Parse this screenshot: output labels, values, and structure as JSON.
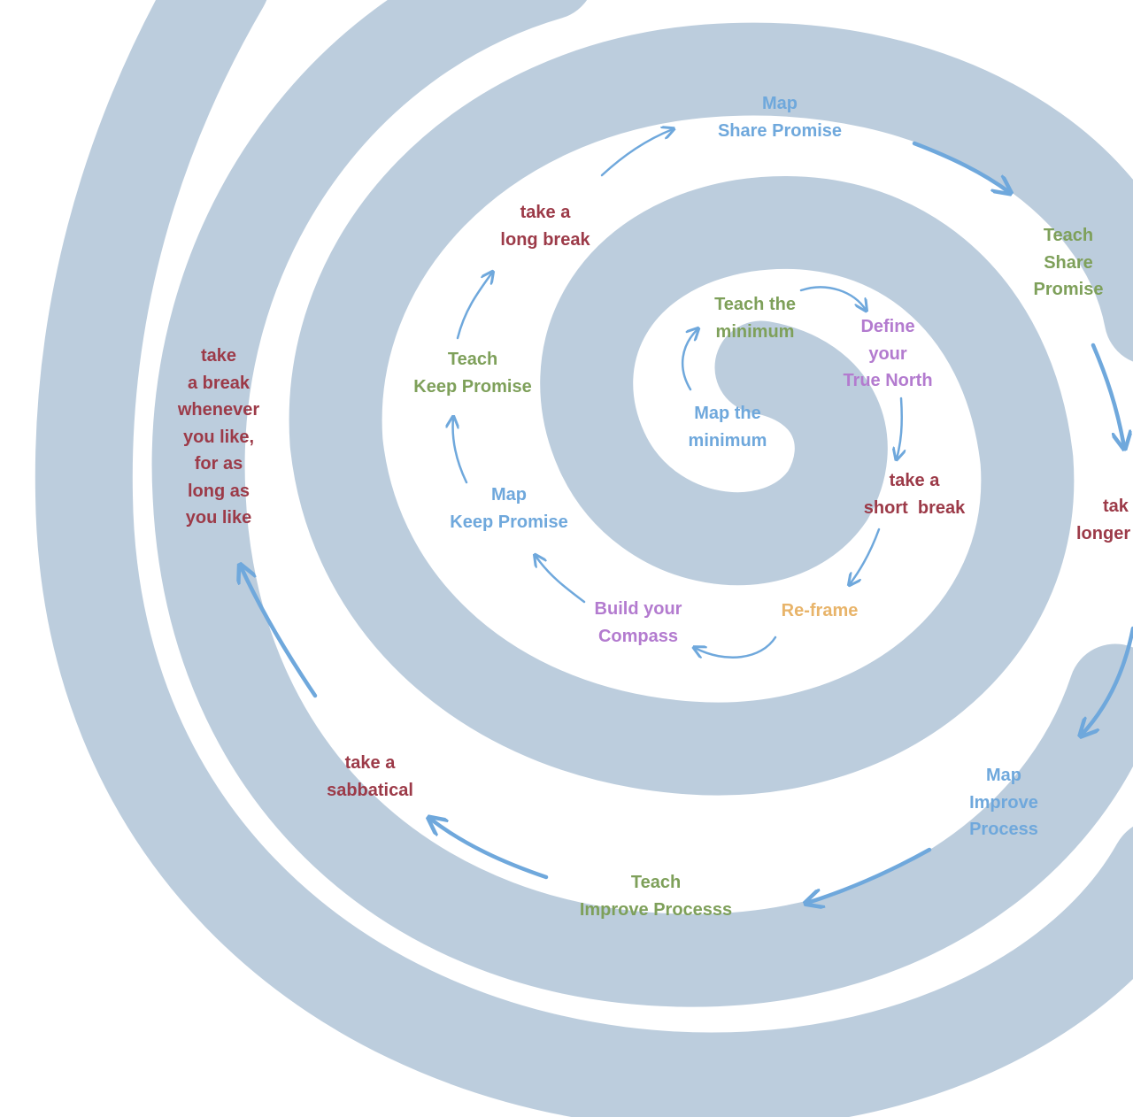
{
  "colors": {
    "spiral": "#bccddd",
    "arrow": "#6fa8dc",
    "map": "#6fa8dc",
    "teach": "#7ea05a",
    "break": "#9c3a48",
    "define": "#b37bcf",
    "reframe": "#e8b46a"
  },
  "labels": {
    "map_minimum": [
      "Map the",
      "minimum"
    ],
    "teach_minimum": [
      "Teach the",
      "minimum"
    ],
    "define_north": [
      "Define",
      "your",
      "True North"
    ],
    "short_break": [
      "take a",
      "short  break"
    ],
    "reframe": [
      "Re-frame"
    ],
    "build_compass": [
      "Build your",
      "Compass"
    ],
    "map_keep": [
      "Map",
      "Keep Promise"
    ],
    "teach_keep": [
      "Teach",
      "Keep Promise"
    ],
    "long_break": [
      "take a",
      "long break"
    ],
    "map_share": [
      "Map",
      "Share Promise"
    ],
    "teach_share": [
      "Teach",
      "Share",
      "Promise"
    ],
    "longer_break": [
      "tak",
      "longer"
    ],
    "map_improve": [
      "Map",
      "Improve",
      "Process"
    ],
    "teach_improve": [
      "Teach",
      "Improve Processs"
    ],
    "sabbatical": [
      "take a",
      "sabbatical"
    ],
    "whenever": [
      "take",
      "a break",
      "whenever",
      "you like,",
      "for as",
      "long as",
      "you like"
    ]
  }
}
